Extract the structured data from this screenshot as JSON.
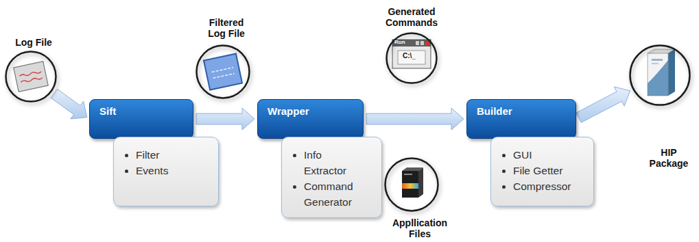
{
  "diagram": {
    "nodes": [
      {
        "text": [
          "Log File"
        ]
      },
      {
        "text": [
          "Sift"
        ]
      },
      {
        "text": [
          "Filter",
          "Events"
        ]
      },
      {
        "text": [
          "Filtered Log File"
        ]
      },
      {
        "text": [
          "Wrapper"
        ]
      },
      {
        "text": [
          "Info Extractor",
          "Command Generator"
        ]
      },
      {
        "text": [
          "Generated Commands"
        ]
      },
      {
        "text": [
          "Appllication Files"
        ]
      },
      {
        "text": [
          "Builder"
        ]
      },
      {
        "text": [
          "GUI",
          "File Getter",
          "Compressor"
        ]
      },
      {
        "text": [
          "HIP Package"
        ]
      }
    ],
    "edges": [
      {
        "from": 0,
        "to": 1,
        "arrow": "to"
      },
      {
        "from": 1,
        "to": 4,
        "arrow": "to"
      },
      {
        "from": 4,
        "to": 8,
        "arrow": "to"
      },
      {
        "from": 8,
        "to": 10,
        "arrow": "to"
      }
    ],
    "labels": [
      "Run",
      "C:\\_"
    ]
  }
}
